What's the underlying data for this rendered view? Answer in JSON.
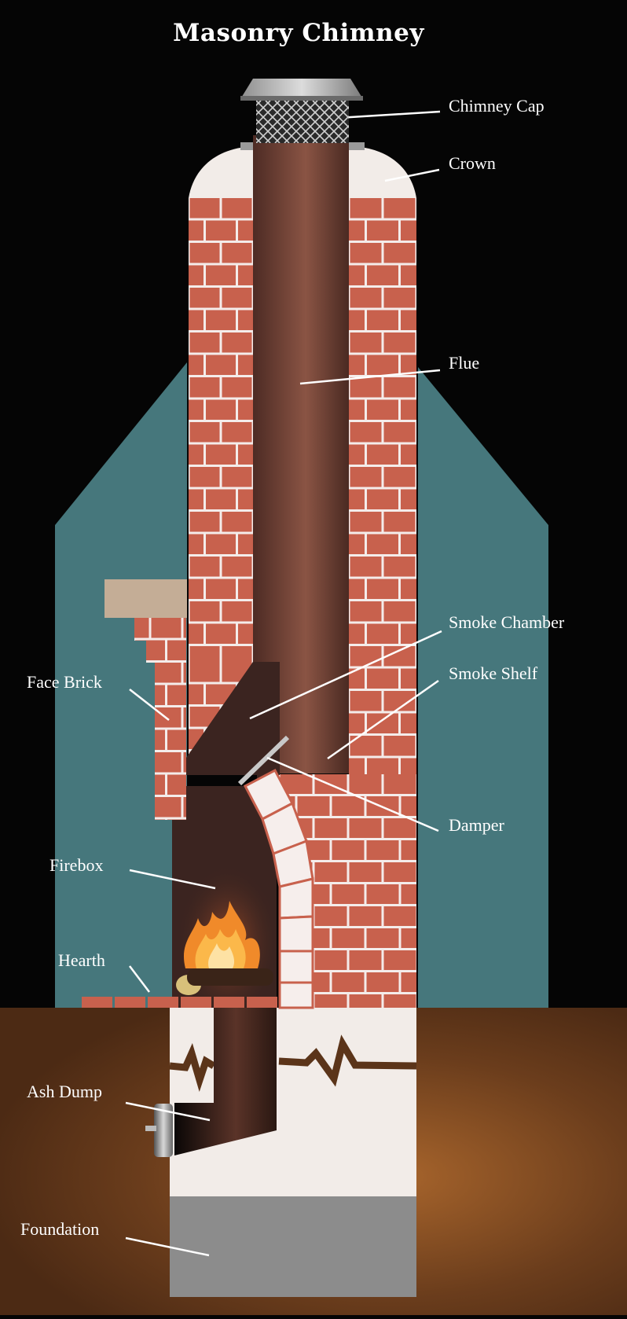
{
  "title": "Masonry Chimney",
  "labels": {
    "chimney_cap": "Chimney Cap",
    "crown": "Crown",
    "flue": "Flue",
    "smoke_chamber": "Smoke Chamber",
    "smoke_shelf": "Smoke Shelf",
    "face_brick": "Face Brick",
    "damper": "Damper",
    "firebox": "Firebox",
    "hearth": "Hearth",
    "ash_dump": "Ash Dump",
    "foundation": "Foundation"
  },
  "colors": {
    "background": "#050505",
    "house_wall": "#46777c",
    "brick": "#c8614d",
    "mortar": "#f4ecea",
    "flue": "#7a4a3c",
    "ground": "#5b3419",
    "crown": "#f2ece8",
    "foundation": "#8a8a8a"
  }
}
